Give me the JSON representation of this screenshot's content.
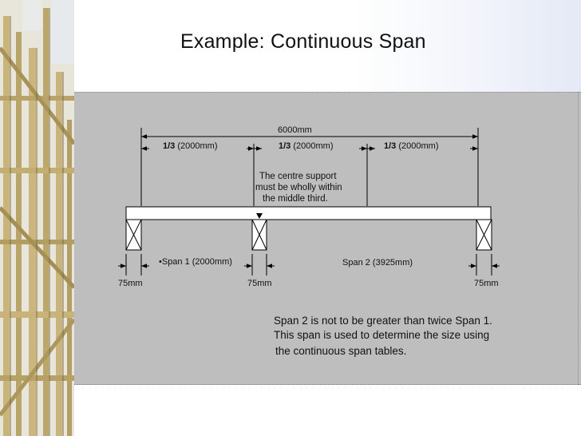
{
  "slide": {
    "title": "Example: Continuous Span"
  },
  "diagram": {
    "overall_dimension": "6000mm",
    "thirds": [
      {
        "fraction": "1/3",
        "length": "(2000mm)"
      },
      {
        "fraction": "1/3",
        "length": "(2000mm)"
      },
      {
        "fraction": "1/3",
        "length": "(2000mm)"
      }
    ],
    "centre_note": [
      "The centre support",
      "must be wholly within",
      "the middle third."
    ],
    "span1_label": "•Span 1 (2000mm)",
    "span2_label": "Span 2 (3925mm)",
    "support_widths": [
      "75mm",
      "75mm",
      "75mm"
    ],
    "rule_note": [
      "Span 2 is not to be greater than twice Span 1.",
      "This span is used to determine the size using",
      "the continuous span tables."
    ]
  },
  "colors": {
    "panel": "#bebebe",
    "beam": "#ffffff",
    "lines": "#000000"
  }
}
